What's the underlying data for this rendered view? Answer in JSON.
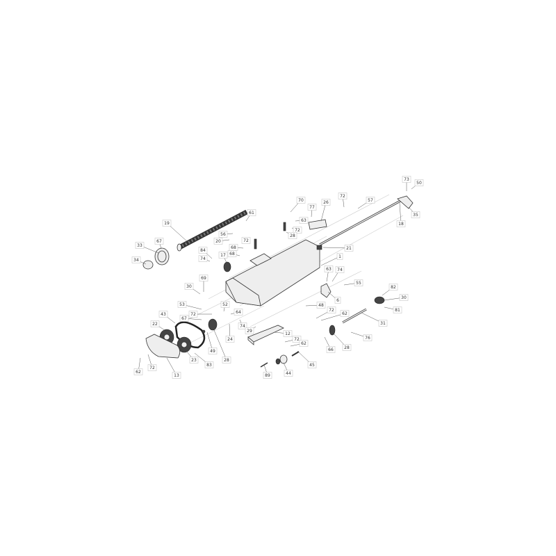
{
  "diagram": {
    "labels": [
      "73",
      "50",
      "72",
      "57",
      "70",
      "77",
      "26",
      "61",
      "63",
      "19",
      "35",
      "18",
      "56",
      "20",
      "72",
      "68",
      "72",
      "28",
      "21",
      "33",
      "67",
      "84",
      "74",
      "17",
      "68",
      "1",
      "34",
      "69",
      "30",
      "63",
      "74",
      "55",
      "6",
      "82",
      "30",
      "48",
      "81",
      "53",
      "52",
      "72",
      "64",
      "72",
      "62",
      "43",
      "67",
      "31",
      "74",
      "12",
      "29",
      "72",
      "76",
      "22",
      "24",
      "62",
      "66",
      "28",
      "49",
      "28",
      "83",
      "23",
      "13",
      "72",
      "62",
      "45",
      "44",
      "89"
    ]
  }
}
